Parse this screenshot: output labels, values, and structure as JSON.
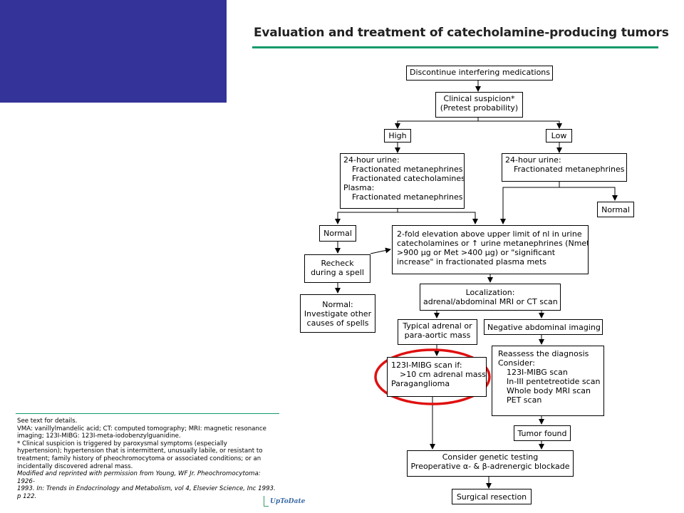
{
  "title": "Evaluation and treatment of catecholamine-producing tumors",
  "boxes": {
    "discontinue": "Discontinue interfering medications",
    "clinical_suspicion": [
      "Clinical suspicion*",
      "(Pretest probability)"
    ],
    "high": "High",
    "low": "Low",
    "high_tests": {
      "urine_label": "24-hour urine:",
      "urine_items": [
        "Fractionated metanephrines",
        "Fractionated catecholamines"
      ],
      "plasma_label": "Plasma:",
      "plasma_items": [
        "Fractionated metanephrines"
      ]
    },
    "low_tests": {
      "urine_label": "24-hour urine:",
      "urine_items": [
        "Fractionated metanephrines"
      ]
    },
    "normal_left": "Normal",
    "normal_right": "Normal",
    "elevation": [
      "2-fold elevation above upper limit of nl in urine",
      "catecholamines or ↑ urine metanephrines (Nmet",
      ">900 µg or Met >400 µg) or \"significant",
      "increase\" in fractionated plasma mets"
    ],
    "recheck": [
      "Recheck",
      "during a spell"
    ],
    "normal_investigate": [
      "Normal:",
      "Investigate other",
      "causes of spells"
    ],
    "localization": [
      "Localization:",
      "adrenal/abdominal MRI or CT scan"
    ],
    "typical_adrenal": [
      "Typical adrenal or",
      "para-aortic mass"
    ],
    "negative_imaging": "Negative abdominal imaging",
    "mibg": {
      "label": "123I-MIBG scan if:",
      "items": [
        ">10 cm adrenal mass",
        "Paraganglioma"
      ]
    },
    "reassess": {
      "line1": "Reassess the diagnosis",
      "line2": "Consider:",
      "items": [
        "123I-MIBG scan",
        "In-III pentetreotide scan",
        "Whole body MRI scan",
        "PET scan"
      ]
    },
    "tumor_found": "Tumor found",
    "genetic": [
      "Consider genetic testing",
      "Preoperative α- & β-adrenergic blockade"
    ],
    "surgical": "Surgical resection"
  },
  "footnote": {
    "see_text": "See text for details.",
    "abbreviations": [
      "VMA: vanillylmandelic acid; CT: computed tomography; MRI: magnetic resonance",
      "imaging; 123I-MIBG: 123I-meta-iodobenzylguanidine."
    ],
    "suspicion_note": [
      "* Clinical suspicion is triggered by paroxysmal symptoms (especially",
      "hypertension); hypertension that is intermittent, unusually labile, or resistant to",
      "treatment; family history of pheochromocytoma or associated conditions; or an",
      "incidentally discovered adrenal mass."
    ],
    "source": [
      "Modified and reprinted with permission from Young, WF Jr. Pheochromocytoma: 1926-",
      "1993. In: Trends in Endocrinology and Metabolism, vol 4, Elsevier Science, Inc 1993.",
      "p 122."
    ]
  },
  "logo_text": "UpToDate",
  "colors": {
    "blue_block": "#333399",
    "title_rule": "#149a6a",
    "highlight_circle": "#e01010"
  }
}
